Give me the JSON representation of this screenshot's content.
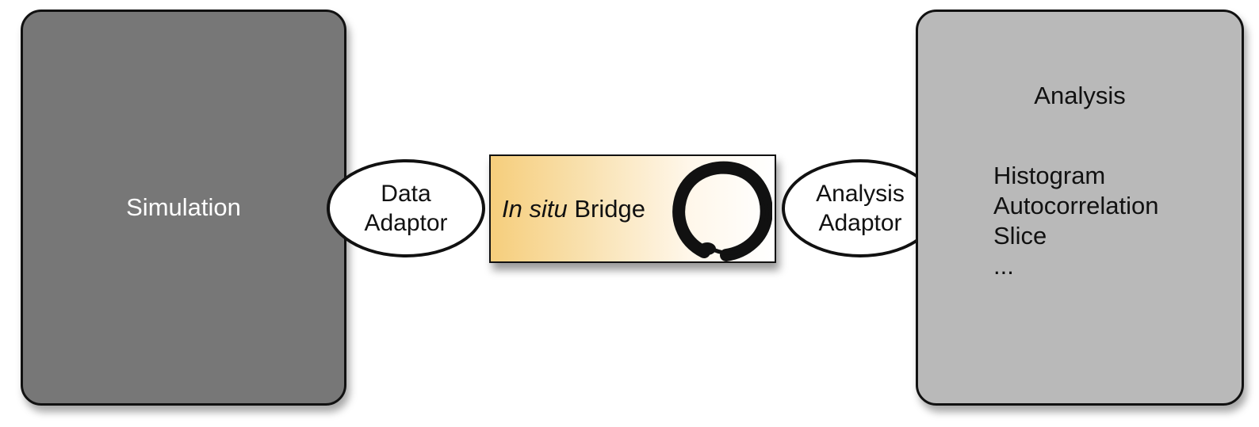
{
  "simulation": {
    "label": "Simulation"
  },
  "data_adaptor": {
    "line1": "Data",
    "line2": "Adaptor"
  },
  "bridge": {
    "label_italic": "In situ",
    "label_rest": " Bridge",
    "icon": "enso-circle-icon"
  },
  "analysis_adaptor": {
    "line1": "Analysis",
    "line2": "Adaptor"
  },
  "analysis": {
    "title": "Analysis",
    "items": [
      "Histogram",
      "Autocorrelation",
      "Slice",
      "..."
    ]
  },
  "colors": {
    "simulation_fill": "#777777",
    "analysis_fill": "#b9b9b9",
    "bridge_gradient_start": "#f6ce7c",
    "outline": "#111111"
  }
}
